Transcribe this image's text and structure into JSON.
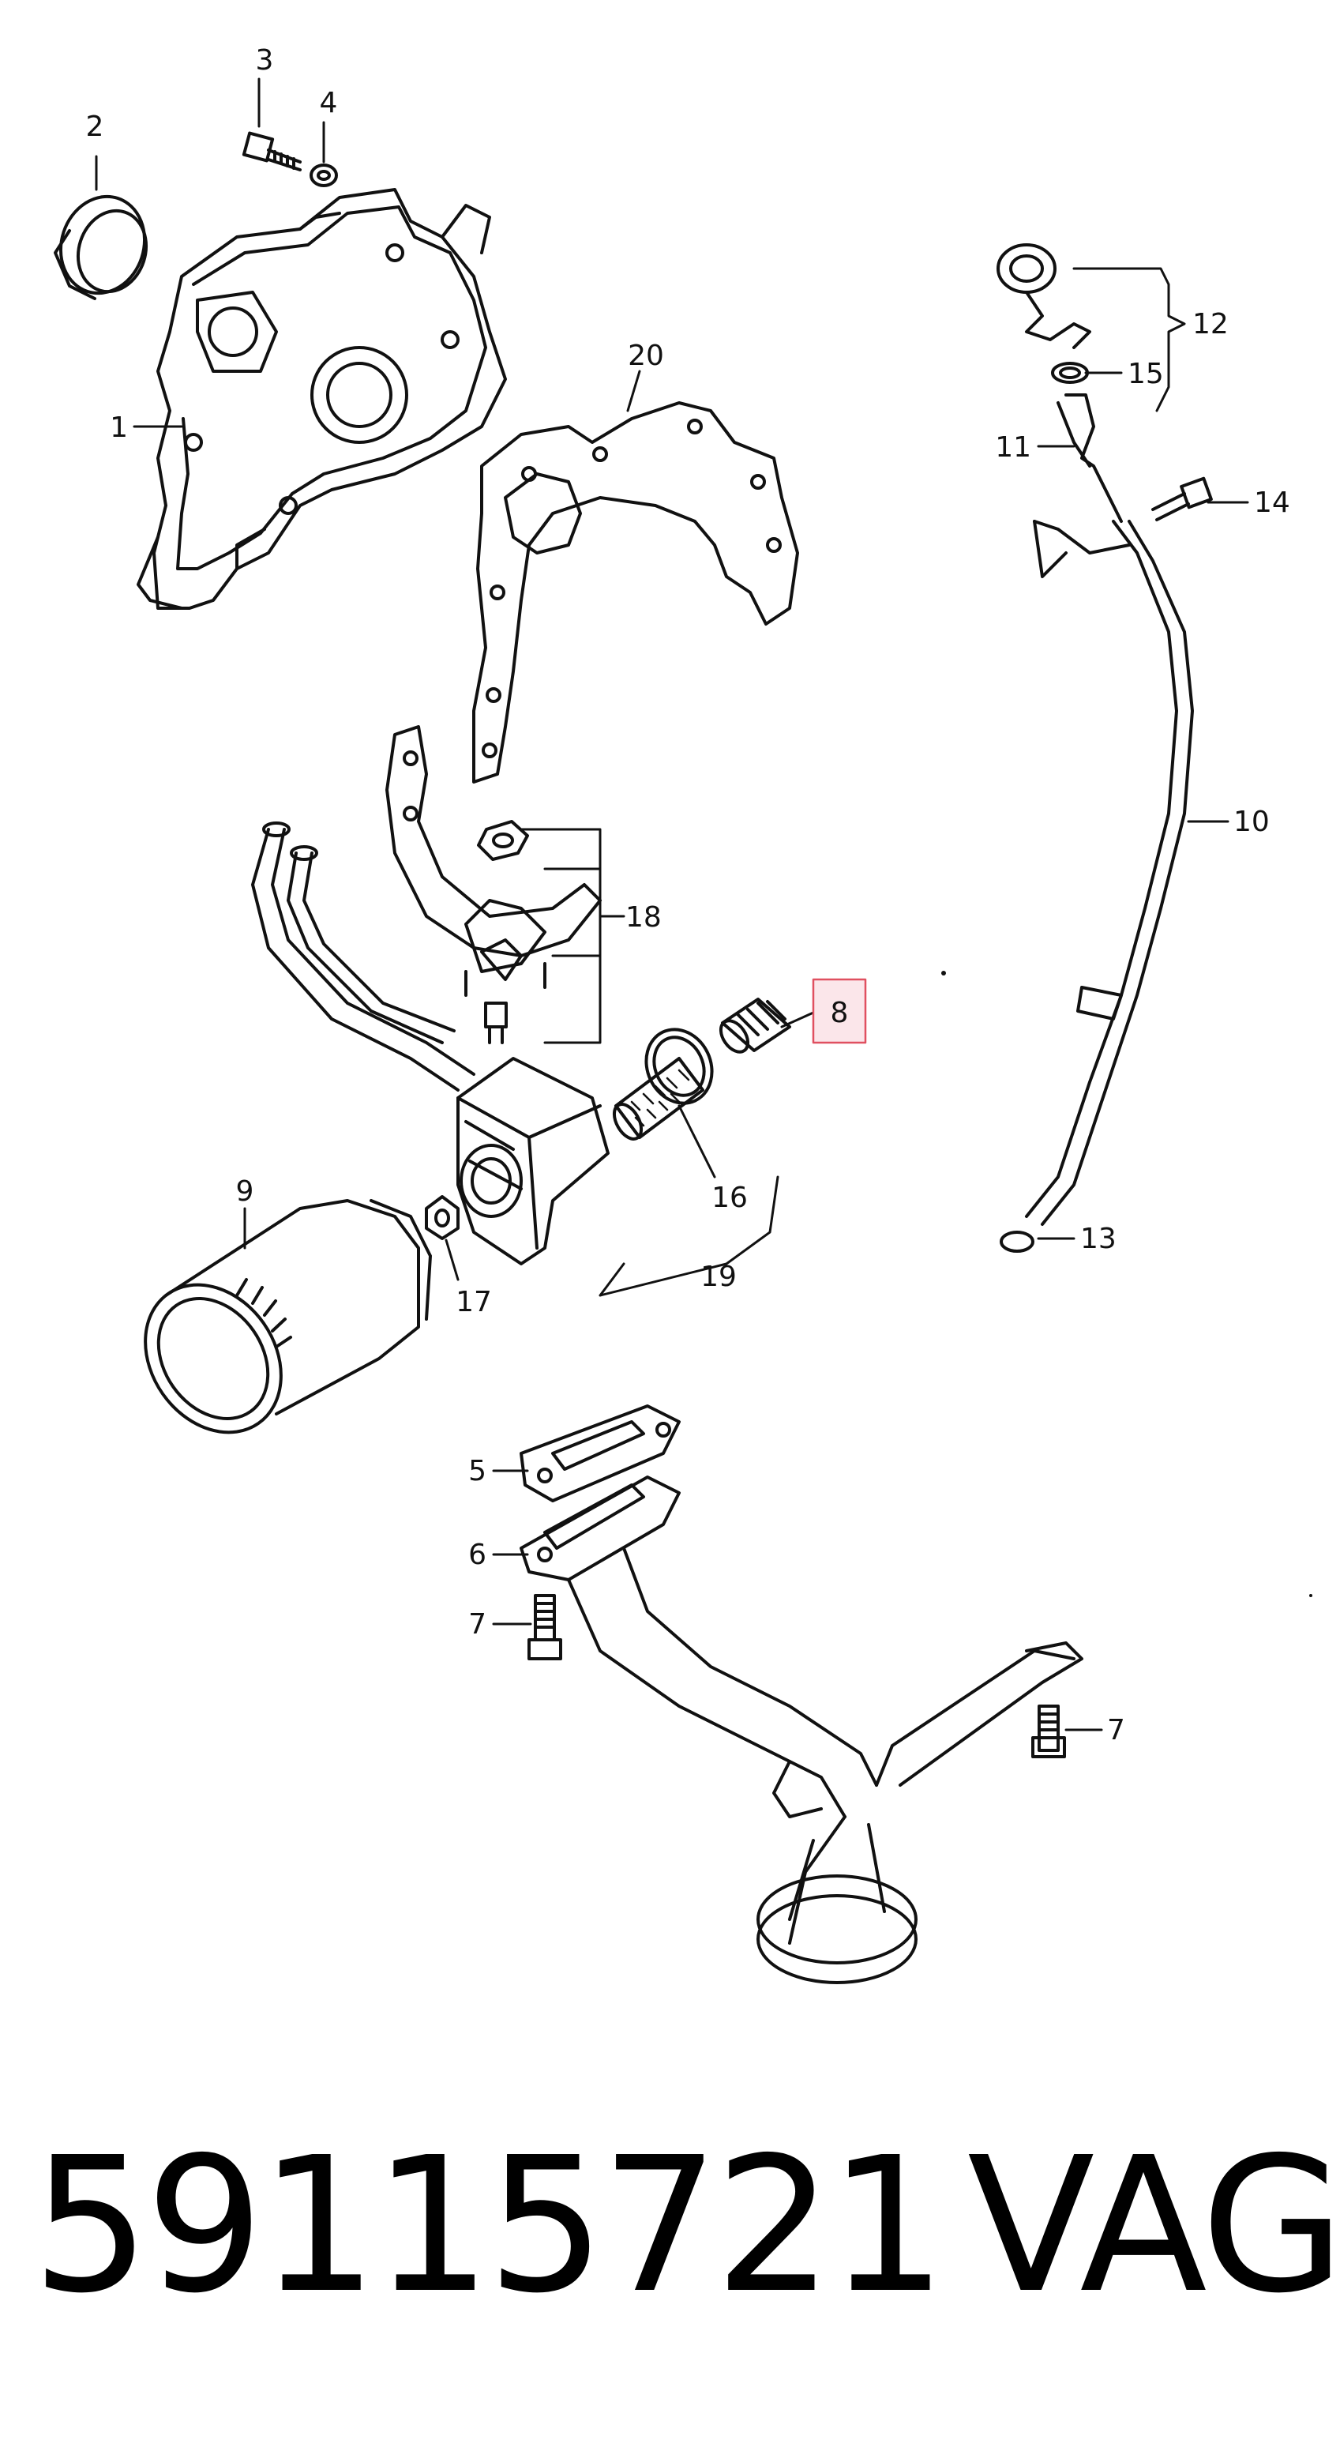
{
  "diagram": {
    "callouts": [
      {
        "id": "c1",
        "text": "1"
      },
      {
        "id": "c2",
        "text": "2"
      },
      {
        "id": "c3",
        "text": "3"
      },
      {
        "id": "c4",
        "text": "4"
      },
      {
        "id": "c5",
        "text": "5"
      },
      {
        "id": "c6",
        "text": "6"
      },
      {
        "id": "c7a",
        "text": "7"
      },
      {
        "id": "c7b",
        "text": "7"
      },
      {
        "id": "c8",
        "text": "8"
      },
      {
        "id": "c9",
        "text": "9"
      },
      {
        "id": "c10",
        "text": "10"
      },
      {
        "id": "c11",
        "text": "11"
      },
      {
        "id": "c12",
        "text": "12"
      },
      {
        "id": "c13",
        "text": "13"
      },
      {
        "id": "c14",
        "text": "14"
      },
      {
        "id": "c15",
        "text": "15"
      },
      {
        "id": "c16",
        "text": "16"
      },
      {
        "id": "c17",
        "text": "17"
      },
      {
        "id": "c18",
        "text": "18"
      },
      {
        "id": "c19",
        "text": "19"
      },
      {
        "id": "c20",
        "text": "20"
      }
    ],
    "highlight_color": "#e05060",
    "highlight_fill": "#fbe6ea"
  },
  "footer": {
    "part_number": "59115721",
    "brand": "VAG"
  }
}
